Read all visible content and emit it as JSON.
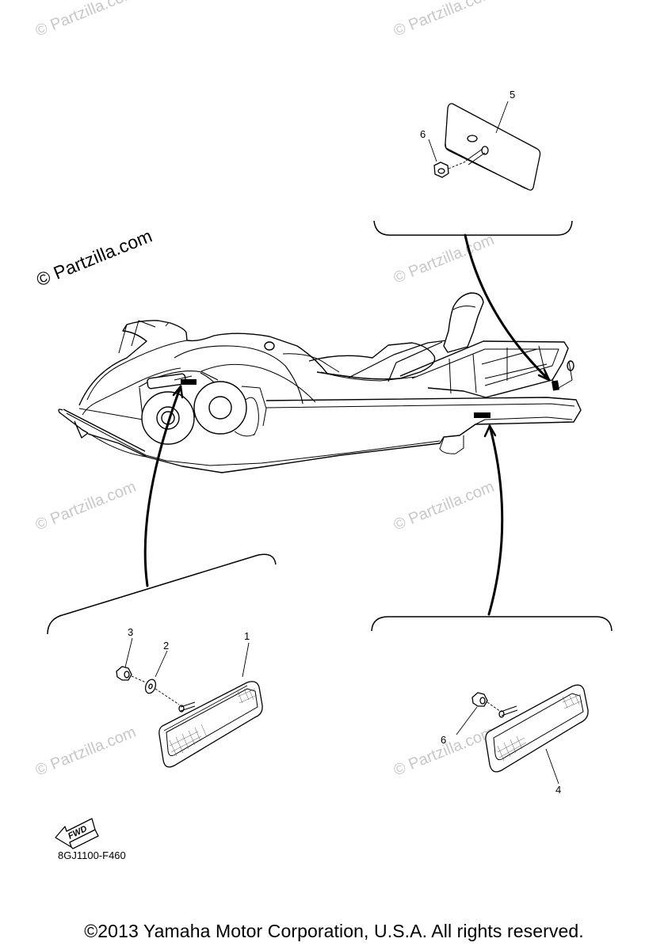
{
  "watermark": {
    "text": "© Partzilla.com",
    "color": "#c8c8c8"
  },
  "callouts": {
    "one": "1",
    "two": "2",
    "three": "3",
    "four": "4",
    "five": "5",
    "six_top": "6",
    "six_bottom": "6"
  },
  "fwd_label": "FWD",
  "diagram_code": "8GJ1100-F460",
  "copyright": "©2013 Yamaha Motor Corporation, U.S.A. All rights reserved."
}
